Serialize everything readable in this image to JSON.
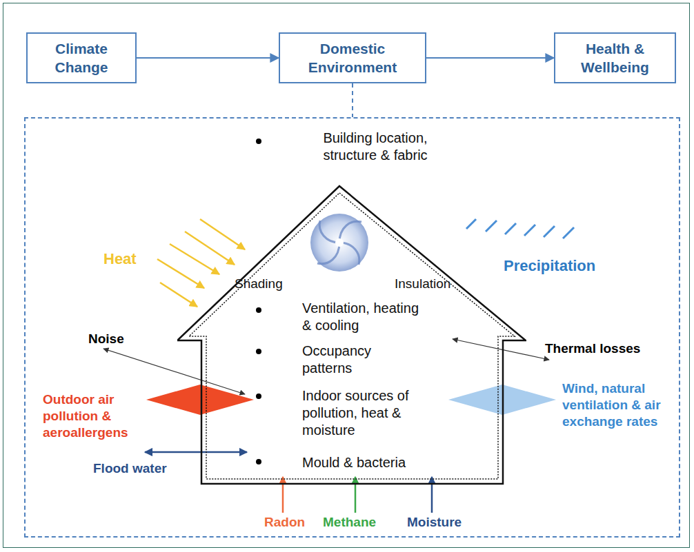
{
  "diagram": {
    "nodes": [
      {
        "text": [
          "Climate Change"
        ]
      },
      {
        "text": [
          "Domestic Environment"
        ]
      },
      {
        "text": [
          "Health & Wellbeing"
        ]
      },
      {
        "text": [
          "Building location, structure & fabric"
        ]
      },
      {
        "text": [
          "Shading",
          "Insulation",
          "Ventilation, heating & cooling",
          "Occupancy patterns",
          "Indoor sources of pollution, heat & moisture",
          "Mould & bacteria"
        ],
        "in": 3
      }
    ],
    "edges": [
      {
        "from": 0,
        "to": 1,
        "arrow": "to"
      },
      {
        "from": 1,
        "to": 2,
        "arrow": "to"
      },
      {
        "from": 1,
        "to": 3,
        "arrow": "none"
      }
    ],
    "labels": [
      "Heat",
      "Precipitation",
      "Noise",
      "Thermal losses",
      "Outdoor air pollution & aeroallergens",
      "Wind, natural ventilation & air exchange rates",
      "Flood water",
      "Radon",
      "Methane",
      "Moisture"
    ]
  }
}
